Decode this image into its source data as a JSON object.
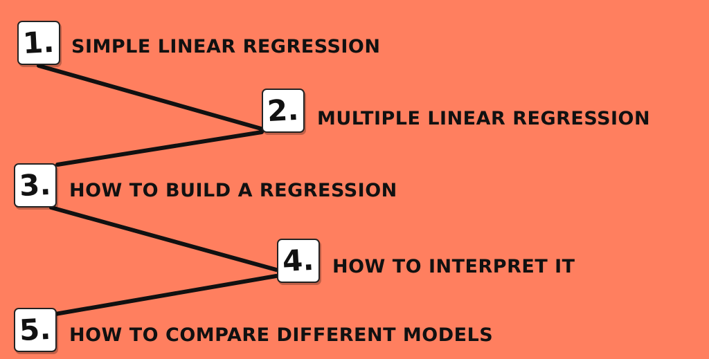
{
  "steps": [
    {
      "number": "1.",
      "label": "SIMPLE LINEAR REGRESSION"
    },
    {
      "number": "2.",
      "label": "MULTIPLE LINEAR REGRESSION"
    },
    {
      "number": "3.",
      "label": "HOW TO BUILD A REGRESSION"
    },
    {
      "number": "4.",
      "label": "HOW TO INTERPRET IT"
    },
    {
      "number": "5.",
      "label": "HOW TO COMPARE DIFFERENT MODELS"
    }
  ],
  "colors": {
    "background": "#FF7F5F",
    "box": "#FFFFFF",
    "line": "#111111"
  }
}
